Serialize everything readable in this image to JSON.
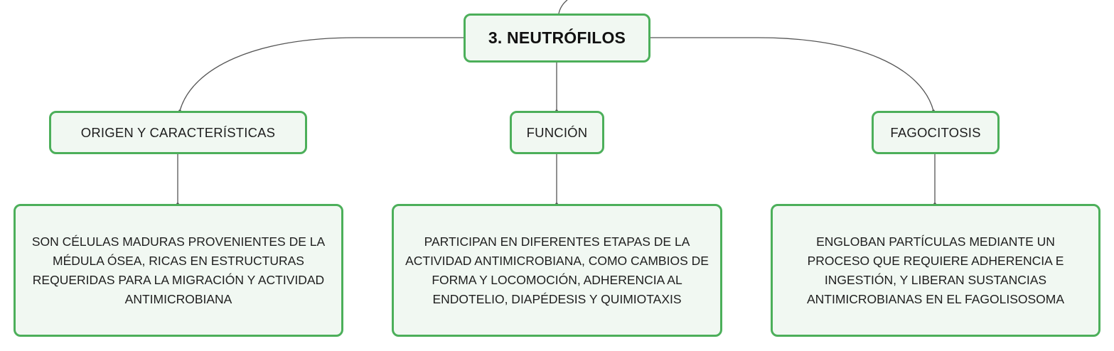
{
  "root": {
    "title": "3. NEUTRÓFILOS"
  },
  "branches": [
    {
      "title": "ORIGEN Y CARACTERÍSTICAS",
      "detail": "SON CÉLULAS MADURAS PROVENIENTES DE LA MÉDULA ÓSEA, RICAS EN ESTRUCTURAS REQUERIDAS PARA LA MIGRACIÓN Y ACTIVIDAD ANTIMICROBIANA"
    },
    {
      "title": "FUNCIÓN",
      "detail": "PARTICIPAN EN DIFERENTES ETAPAS DE LA ACTIVIDAD ANTIMICROBIANA, COMO CAMBIOS DE FORMA Y LOCOMOCIÓN, ADHERENCIA AL ENDOTELIO, DIAPÉDESIS Y QUIMIOTAXIS"
    },
    {
      "title": "FAGOCITOSIS",
      "detail": "ENGLOBAN PARTÍCULAS MEDIANTE UN PROCESO QUE REQUIERE ADHERENCIA E INGESTIÓN, Y LIBERAN SUSTANCIAS ANTIMICROBIANAS EN EL FAGOLISOSOMA"
    }
  ],
  "colors": {
    "node_border": "#4caf5a",
    "node_fill": "#f1f8f2",
    "connector": "#555555"
  }
}
